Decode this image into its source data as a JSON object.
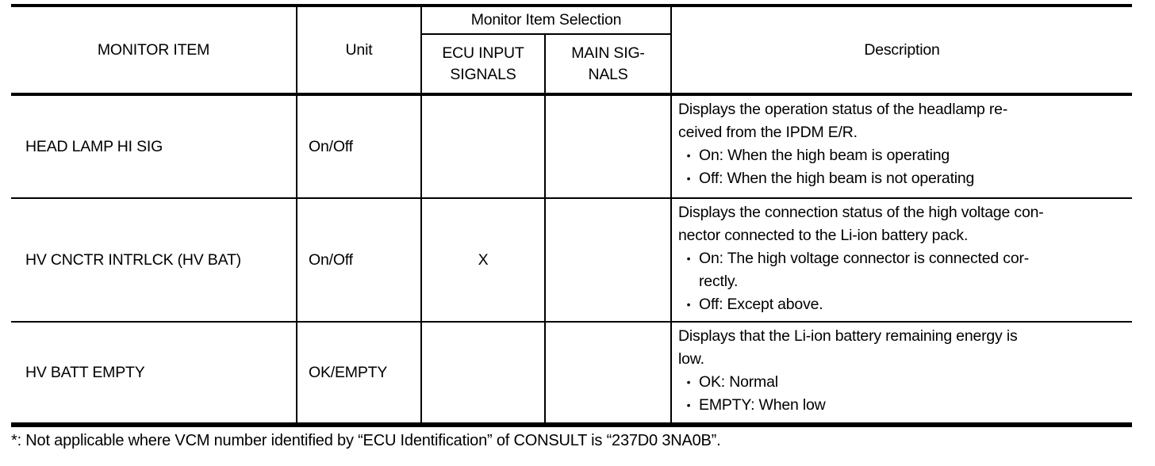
{
  "header": {
    "monitor_item": "MONITOR ITEM",
    "unit": "Unit",
    "monitor_item_selection": "Monitor Item Selection",
    "ecu_input_signals": "ECU INPUT\nSIGNALS",
    "main_signals": "MAIN SIG-\nNALS",
    "description": "Description"
  },
  "bullet_glyph": "•",
  "rows": [
    {
      "item": "HEAD LAMP HI SIG",
      "unit": "On/Off",
      "ecu_input": "",
      "main": "",
      "description": {
        "intro": "Displays the operation status of the headlamp re-\nceived from the IPDM E/R.",
        "bullets": [
          "On: When the high beam is operating",
          "Off: When the high beam is not operating"
        ]
      }
    },
    {
      "item": "HV CNCTR INTRLCK (HV BAT)",
      "unit": "On/Off",
      "ecu_input": "X",
      "main": "",
      "description": {
        "intro": "Displays the connection status of the high voltage con-\nnector connected to the Li-ion battery pack.",
        "bullets": [
          "On: The high voltage connector is connected cor-\nrectly.",
          "Off: Except above."
        ]
      }
    },
    {
      "item": "HV BATT EMPTY",
      "unit": "OK/EMPTY",
      "ecu_input": "",
      "main": "",
      "description": {
        "intro": "Displays that the Li-ion battery remaining energy is\nlow.",
        "bullets": [
          "OK: Normal",
          "EMPTY: When low"
        ]
      }
    }
  ],
  "footnote": "*: Not applicable where VCM number identified by “ECU Identification” of CONSULT is “237D0 3NA0B”."
}
